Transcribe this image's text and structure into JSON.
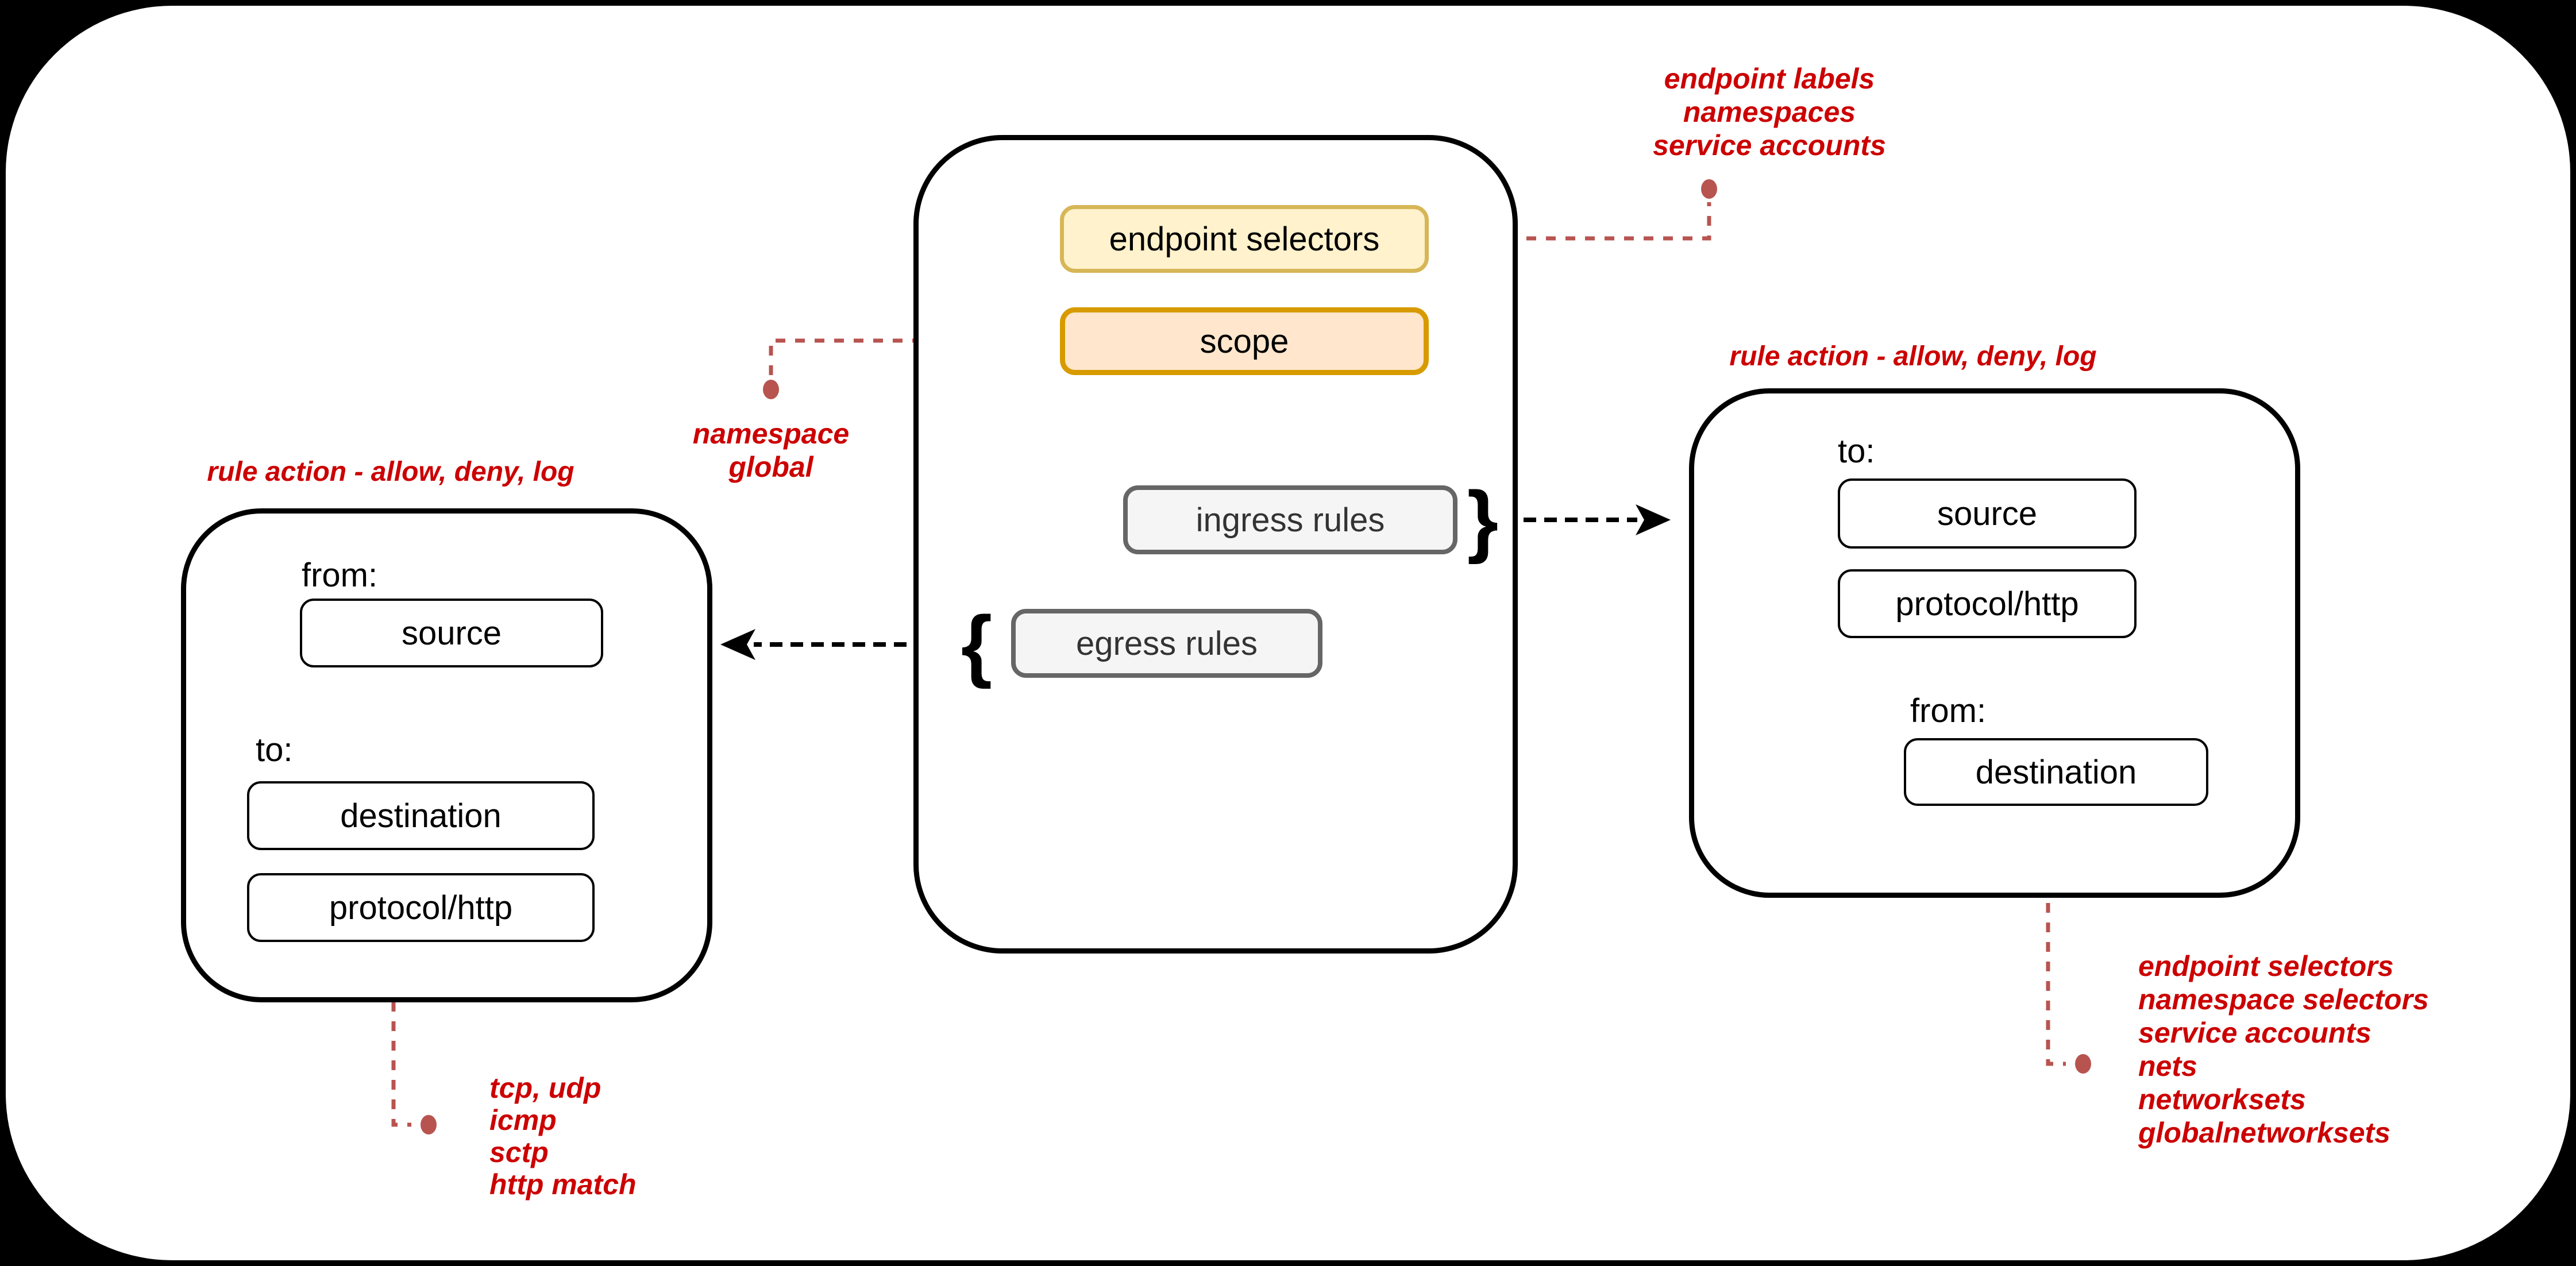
{
  "colors": {
    "background": "#000000",
    "card": "#ffffff",
    "red_text": "#cc0000",
    "connector_red": "#b85450",
    "yellow_fill": "#fff2cc",
    "yellow_stroke": "#d6b656",
    "orange_fill": "#ffe6cc",
    "orange_stroke": "#d79b00",
    "gray_fill": "#f5f5f5",
    "gray_stroke": "#666666",
    "black": "#000000"
  },
  "center": {
    "endpoint_selectors": "endpoint selectors",
    "scope": "scope",
    "ingress_rules": "ingress rules",
    "egress_rules": "egress rules",
    "ingress_brace": "}",
    "egress_brace": "{"
  },
  "egress_box": {
    "rule_action": "rule action - allow, deny, log",
    "from_label": "from:",
    "source": "source",
    "to_label": "to:",
    "destination": "destination",
    "protocol": "protocol/http"
  },
  "ingress_box": {
    "rule_action": "rule action - allow, deny, log",
    "to_label": "to:",
    "source": "source",
    "protocol": "protocol/http",
    "from_label": "from:",
    "destination": "destination"
  },
  "notes": {
    "endpoint": {
      "lines": [
        "endpoint labels",
        "namespaces",
        "service accounts"
      ]
    },
    "scope": {
      "lines": [
        "namespace",
        "global"
      ]
    },
    "protocol": {
      "lines": [
        "tcp, udp",
        "icmp",
        "sctp",
        "http match"
      ]
    },
    "destination": {
      "lines": [
        "endpoint selectors",
        "namespace selectors",
        "service accounts",
        "nets",
        "networksets",
        "globalnetworksets"
      ]
    }
  }
}
